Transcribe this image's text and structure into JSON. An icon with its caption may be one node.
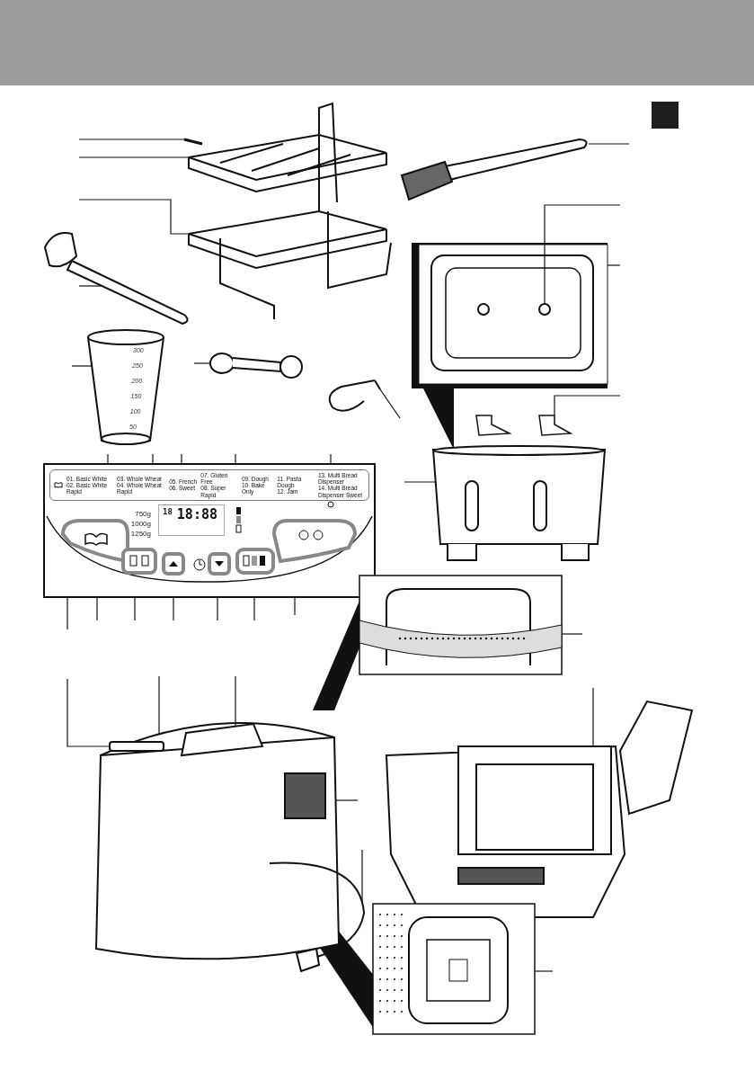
{
  "diagram": {
    "nodes": [
      {
        "text": [],
        "shape": "picture"
      },
      {
        "text": [],
        "shape": "picture"
      },
      {
        "text": [],
        "shape": "picture"
      },
      {
        "text": [],
        "shape": "picture"
      },
      {
        "text": [],
        "shape": "picture"
      },
      {
        "text": [],
        "shape": "picture"
      },
      {
        "text": [],
        "shape": "picture"
      },
      {
        "text": [],
        "shape": "picture"
      },
      {
        "text": [],
        "shape": "picture"
      },
      {
        "text": [
          "01. Basic White",
          "02. Basic White Rapid",
          "03. Whole Wheat",
          "04. Whole Wheat Rapid",
          "05. French",
          "06. Sweet",
          "07. Gluten Free",
          "08. Super Rapid",
          "09. Dough",
          "10. Bake Only",
          "11. Pasta Dough",
          "12. Jam",
          "13. Multi Bread Dispenser",
          "14. Multi Bread Dispenser Sweet",
          "750g",
          "1000g",
          "1250g"
        ]
      },
      {
        "text": [
          "18",
          "18:88"
        ],
        "in": 9
      },
      {
        "text": [],
        "shape": "picture"
      },
      {
        "text": [],
        "shape": "picture"
      },
      {
        "text": [],
        "shape": "picture"
      },
      {
        "text": [],
        "shape": "picture"
      },
      {
        "text": [],
        "shape": "picture"
      }
    ],
    "edges": [
      {
        "from": null,
        "to": 0,
        "arrow": "none"
      },
      {
        "from": null,
        "to": 0,
        "arrow": "none"
      },
      {
        "from": null,
        "to": 0,
        "arrow": "none"
      },
      {
        "from": null,
        "to": 4,
        "arrow": "none"
      },
      {
        "from": null,
        "to": 5,
        "arrow": "none"
      },
      {
        "from": null,
        "to": 5,
        "arrow": "none"
      },
      {
        "from": null,
        "to": 1,
        "arrow": "none"
      },
      {
        "from": null,
        "to": 2,
        "arrow": "none"
      },
      {
        "from": null,
        "to": 3,
        "arrow": "none"
      },
      {
        "from": null,
        "to": 6,
        "arrow": "none"
      },
      {
        "from": null,
        "to": 7,
        "arrow": "none"
      },
      {
        "from": null,
        "to": 8,
        "arrow": "none"
      },
      {
        "from": null,
        "to": 9,
        "arrow": "none"
      },
      {
        "from": null,
        "to": 9,
        "arrow": "none"
      },
      {
        "from": null,
        "to": 9,
        "arrow": "none"
      },
      {
        "from": null,
        "to": 9,
        "arrow": "none"
      },
      {
        "from": null,
        "to": 9,
        "arrow": "none"
      },
      {
        "from": null,
        "to": 9,
        "arrow": "none"
      },
      {
        "from": null,
        "to": 9,
        "arrow": "none"
      },
      {
        "from": null,
        "to": 9,
        "arrow": "none"
      },
      {
        "from": null,
        "to": 9,
        "arrow": "none"
      },
      {
        "from": null,
        "to": 9,
        "arrow": "none"
      },
      {
        "from": null,
        "to": 9,
        "arrow": "none"
      },
      {
        "from": null,
        "to": 9,
        "arrow": "none"
      },
      {
        "from": null,
        "to": 11,
        "arrow": "none"
      },
      {
        "from": null,
        "to": 12,
        "arrow": "none"
      },
      {
        "from": null,
        "to": 14,
        "arrow": "none"
      },
      {
        "from": null,
        "to": 14,
        "arrow": "none"
      },
      {
        "from": null,
        "to": 13,
        "arrow": "none"
      },
      {
        "from": null,
        "to": 14,
        "arrow": "none"
      },
      {
        "from": null,
        "to": 14,
        "arrow": "none"
      },
      {
        "from": null,
        "to": 15,
        "arrow": "none"
      }
    ],
    "labels": [
      "300",
      "250",
      "200",
      "150",
      "100",
      "50"
    ]
  }
}
